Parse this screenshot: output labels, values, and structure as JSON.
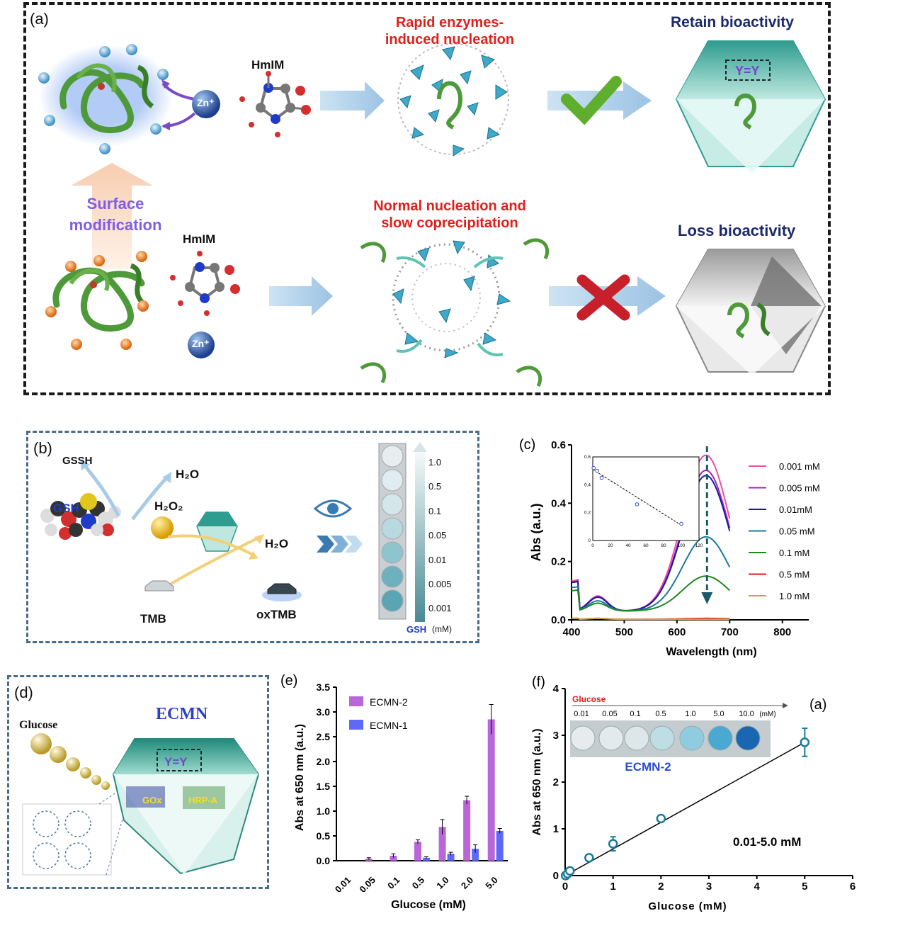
{
  "panel_a": {
    "label": "(a)",
    "top_title": "Rapid enzymes-\ninduced nucleation",
    "bottom_title": "Normal nucleation and\nslow  coprecipitation",
    "retain": "Retain bioactivity",
    "loss": "Loss bioactivity",
    "surface": "Surface\nmodification",
    "hmim_top": "HmIM",
    "hmim_bottom": "HmIM",
    "zn_top": "Zn⁺",
    "zn_bottom": "Zn⁺",
    "colors": {
      "dash": "#1a1a1a",
      "red": "#e0201c",
      "navy": "#1c2a6b",
      "purple": "#7e5ee8",
      "mof_teal": "#3fa9c9",
      "protein": "#4e9a3a"
    }
  },
  "panel_b": {
    "label": "(b)",
    "gssh": "GSSH",
    "h2o_top": "H₂O",
    "gsh": "GSH",
    "h2o2": "H₂O₂",
    "h2o_right": "H₂O",
    "tmb": "TMB",
    "oxtmb": "oxTMB",
    "scale": [
      "1.0",
      "0.5",
      "0.1",
      "0.05",
      "0.01",
      "0.005",
      "0.001"
    ],
    "gsh_unit_label": "GSH",
    "unit": "(mM)"
  },
  "panel_d": {
    "label": "(d)",
    "glucose": "Glucose",
    "ecmn": "ECMN",
    "gox": "GOx",
    "hrp": "HRP-A"
  },
  "chart_data": [
    {
      "id": "c",
      "label": "(c)",
      "type": "line",
      "xlabel": "Wavelength (nm)",
      "ylabel": "Abs (a.u.)",
      "xlim": [
        400,
        850
      ],
      "ylim": [
        0,
        0.6
      ],
      "xticks": [
        "400",
        "500",
        "600",
        "700",
        "800"
      ],
      "yticks": [
        "0.0",
        "0.2",
        "0.4",
        "0.6"
      ],
      "series": [
        {
          "name": "0.001 mM",
          "color": "#ee4fa0",
          "peak": 0.535
        },
        {
          "name": "0.005 mM",
          "color": "#a023c8",
          "peak": 0.483
        },
        {
          "name": "0.01mM",
          "color": "#1a1aa0",
          "peak": 0.465
        },
        {
          "name": "0.05 mM",
          "color": "#1a7a9a",
          "peak": 0.255
        },
        {
          "name": "0.1 mM",
          "color": "#1e8a1e",
          "peak": 0.12
        },
        {
          "name": "0.5 mM",
          "color": "#e51c1c",
          "peak": 0.003
        },
        {
          "name": "1.0 mM",
          "color": "#c8a24a",
          "peak": 0.0
        }
      ],
      "inset": {
        "xlim": [
          0,
          120
        ],
        "ylim": [
          0,
          0.6
        ],
        "xticks": [
          "0",
          "20",
          "40",
          "60",
          "80",
          "100",
          "120"
        ],
        "yticks": [
          "0",
          "0.2",
          "0.4",
          "0.6"
        ],
        "points": [
          [
            1,
            0.52
          ],
          [
            5,
            0.5
          ],
          [
            10,
            0.45
          ],
          [
            50,
            0.26
          ],
          [
            100,
            0.12
          ]
        ]
      }
    },
    {
      "id": "e",
      "label": "(e)",
      "type": "bar",
      "xlabel": "Glucose (mM)",
      "ylabel": "Abs  at 650 nm (a.u.)",
      "ylim": [
        0,
        3.5
      ],
      "yticks": [
        "0.0",
        "0.5",
        "1.0",
        "1.5",
        "2.0",
        "2.5",
        "3.0",
        "3.5"
      ],
      "categories": [
        "0.01",
        "0.05",
        "0.1",
        "0.5",
        "1.0",
        "2.0",
        "5.0"
      ],
      "series": [
        {
          "name": "ECMN-2",
          "color": "#b966d9",
          "values": [
            0.0,
            0.04,
            0.1,
            0.38,
            0.68,
            1.22,
            2.85
          ],
          "errors": [
            0.0,
            0.02,
            0.04,
            0.04,
            0.15,
            0.08,
            0.3
          ]
        },
        {
          "name": "ECMN-1",
          "color": "#5c6af5",
          "values": [
            0.0,
            0.0,
            0.0,
            0.06,
            0.14,
            0.24,
            0.6
          ],
          "errors": [
            0.0,
            0.0,
            0.0,
            0.02,
            0.03,
            0.08,
            0.05
          ]
        }
      ]
    },
    {
      "id": "f",
      "label": "(f)",
      "type": "scatter",
      "xlabel": "Glucose (mM)",
      "ylabel": "Abs at 650 nm (a.u.)",
      "xlim": [
        0,
        6
      ],
      "ylim": [
        0,
        4
      ],
      "xticks": [
        "0",
        "1",
        "2",
        "3",
        "4",
        "5",
        "6"
      ],
      "yticks": [
        "0",
        "1",
        "2",
        "3",
        "4"
      ],
      "points": [
        [
          0.01,
          0.0
        ],
        [
          0.05,
          0.04
        ],
        [
          0.1,
          0.1
        ],
        [
          0.5,
          0.38
        ],
        [
          1.0,
          0.68
        ],
        [
          2.0,
          1.22
        ],
        [
          5.0,
          2.85
        ]
      ],
      "errors": [
        0,
        0.02,
        0.04,
        0.04,
        0.15,
        0.05,
        0.3
      ],
      "fit": [
        [
          0,
          0.0
        ],
        [
          5,
          2.85
        ]
      ],
      "annotation": "0.01-5.0 mM",
      "inset_label": "(a)",
      "inset_title": "Glucose",
      "inset_values": [
        "0.01",
        "0.05",
        "0.1",
        "0.5",
        "1.0",
        "5.0",
        "10.0"
      ],
      "inset_unit": "(mM)",
      "inset_caption": "ECMN-2",
      "color": "#1a7a9a"
    }
  ]
}
